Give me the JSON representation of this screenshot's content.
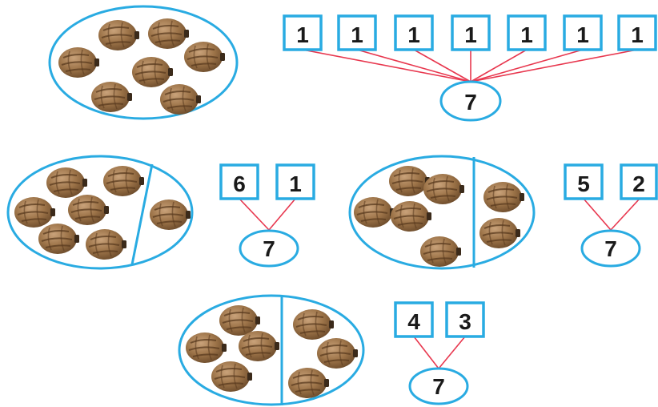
{
  "groups": [
    {
      "id": "g0",
      "whole": "7",
      "parts": [
        "1",
        "1",
        "1",
        "1",
        "1",
        "1",
        "1"
      ]
    },
    {
      "id": "g1",
      "whole": "7",
      "parts": [
        "6",
        "1"
      ]
    },
    {
      "id": "g2",
      "whole": "7",
      "parts": [
        "5",
        "2"
      ]
    },
    {
      "id": "g3",
      "whole": "7",
      "parts": [
        "4",
        "3"
      ]
    }
  ],
  "colors": {
    "outline": "#29abe2",
    "connector": "#e8384f",
    "nut": "#a0784c",
    "nut_dark": "#5a3b1f"
  },
  "icons": {
    "nut": "walnut-icon"
  }
}
